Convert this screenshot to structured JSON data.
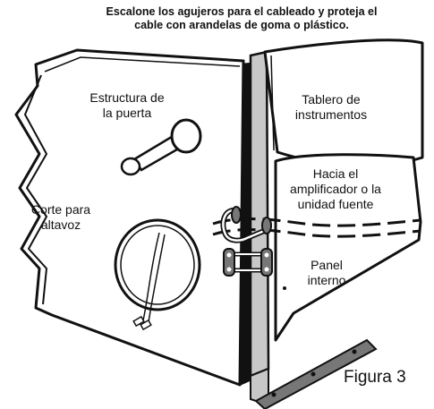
{
  "caption": "Escalone los agujeros para el cableado y proteja el\ncable con arandelas de goma o plástico.",
  "labels": {
    "door_structure": "Estructura de\nla puerta",
    "instrument_panel": "Tablero de\ninstrumentos",
    "to_amplifier": "Hacia el\namplificador o la\nunidad fuente",
    "speaker_cutout": "Corte para\naltavoz",
    "inner_panel": "Panel\ninterno"
  },
  "figure_label": "Figura 3",
  "colors": {
    "line": "#111111",
    "shade_gray": "#c8c8c8",
    "dark_gray": "#555555",
    "paper": "#ffffff"
  }
}
